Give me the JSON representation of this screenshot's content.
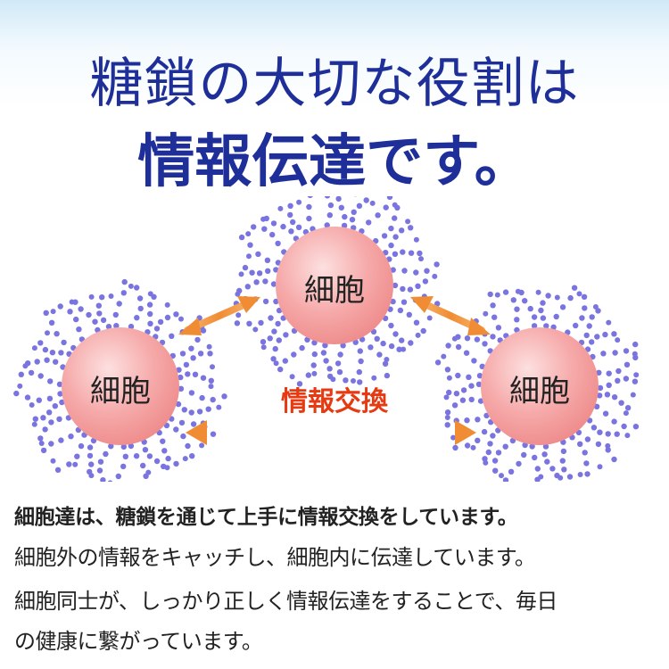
{
  "title": {
    "line1": "糖鎖の大切な役割は",
    "line2": "情報伝達です。"
  },
  "diagram": {
    "cell_top": "細胞",
    "cell_left": "細胞",
    "cell_right": "細胞",
    "exchange": "情報交換",
    "colors": {
      "cell_fill": "#f4a2a2",
      "chain": "#7a74e0",
      "arrow": "#f39a45"
    }
  },
  "body": {
    "line1": "細胞達は、糖鎖を通じて上手に情報交換をしています。",
    "line2": "細胞外の情報をキャッチし、細胞内に伝達しています。",
    "line3": "細胞同士が、しっかり正しく情報伝達をすることで、毎日",
    "line4": "の健康に繋がっています。"
  }
}
